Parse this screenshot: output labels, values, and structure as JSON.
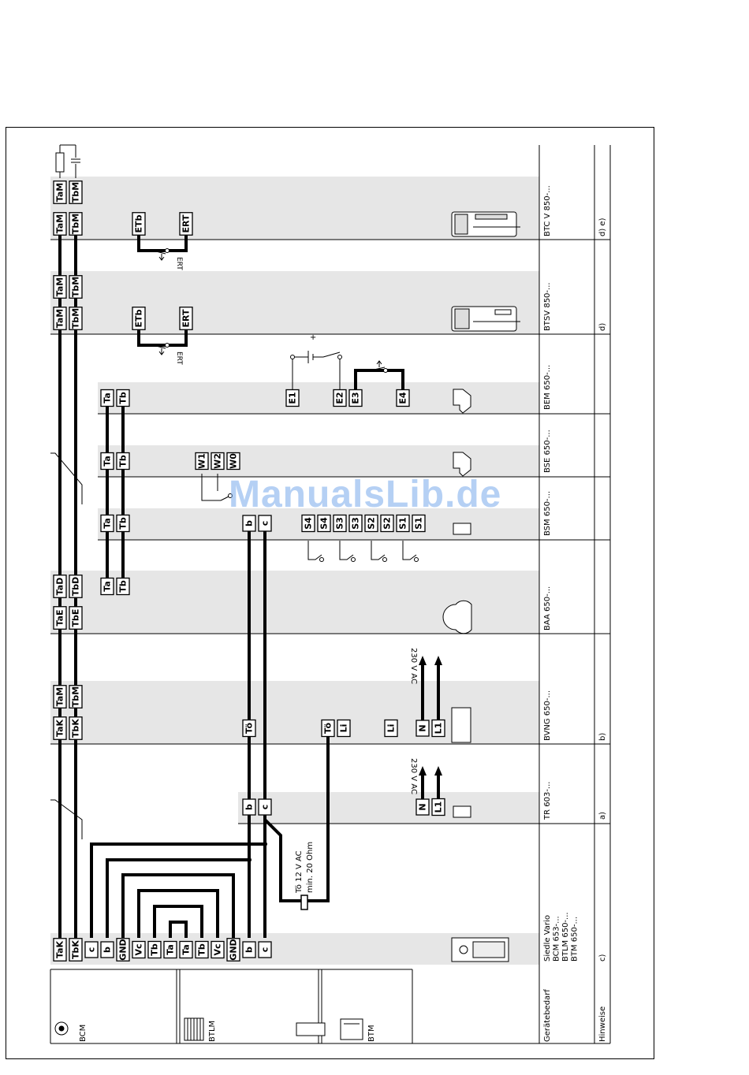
{
  "watermark": "ManualsLib.de",
  "colors": {
    "band": "#e6e6e6",
    "line": "#000000",
    "watermark": "#7aa9ea"
  },
  "columns": [
    {
      "device": "BTC V 850-...",
      "note": "d) e)"
    },
    {
      "device": "BTSV 850-...",
      "note": "d)"
    },
    {
      "device": "BEM 650-...",
      "note": ""
    },
    {
      "device": "BSE 650-...",
      "note": ""
    },
    {
      "device": "BSM 650-...",
      "note": ""
    },
    {
      "device": "BAA 650-...",
      "note": ""
    },
    {
      "device": "BVNG 650-...",
      "note": "b)"
    },
    {
      "device": "TR 603-...",
      "note": "a)"
    },
    {
      "device": "Siedle Vario\nBCM 653-...\nBTLM 650-...\nBTM 650-...",
      "note": "c)"
    }
  ],
  "footer": {
    "geraetebedarf": "Gerätebedarf",
    "hinweise": "Hinweise"
  },
  "modules": {
    "bcm": "BCM",
    "btlm": "BTLM",
    "btm": "BTM"
  },
  "terminals": {
    "btcv_top": [
      "TaM",
      "TbM"
    ],
    "btcv_main": [
      "TaM",
      "TbM",
      "ETb",
      "ERT"
    ],
    "btsv_top": [
      "TaM",
      "TbM"
    ],
    "btsv_main": [
      "TaM",
      "TbM",
      "ETb",
      "ERT"
    ],
    "bem": [
      "Ta",
      "Tb",
      "E1",
      "E2",
      "E3",
      "E4"
    ],
    "bse": [
      "Ta",
      "Tb",
      "W1",
      "W2",
      "W0"
    ],
    "bsm": [
      "Ta",
      "Tb",
      "b",
      "c",
      "S4",
      "S4",
      "S3",
      "S3",
      "S2",
      "S2",
      "S1",
      "S1"
    ],
    "baa_a": [
      "TaD",
      "TbD",
      "Ta",
      "Tb"
    ],
    "baa_b": [
      "TaE",
      "TbE"
    ],
    "bvng_a": [
      "TaM",
      "TbM"
    ],
    "bvng_b": [
      "TaK",
      "TbK",
      "Tö",
      "Tö",
      "Li",
      "Li",
      "N",
      "L1"
    ],
    "tr": [
      "b",
      "c",
      "N",
      "L1"
    ],
    "bcm": [
      "TaK",
      "TbK",
      "c",
      "b",
      "GND",
      "Vc",
      "Tb",
      "Ta",
      "Ta",
      "Tb",
      "Vc",
      "GND",
      "b",
      "c"
    ]
  },
  "labels": {
    "ert1": "ERT",
    "ert2": "ERT",
    "plus": "+",
    "vac1": "230 V AC",
    "vac2": "230 V AC",
    "to_line1": "Tö 12 V AC",
    "to_line2": "min. 20 Ohm"
  }
}
